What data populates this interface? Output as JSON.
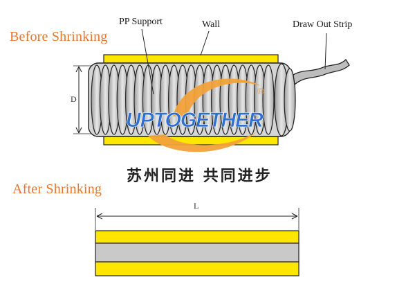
{
  "labels": {
    "before_heading": "Before Shrinking",
    "after_heading": "After Shrinking",
    "pp_support": "PP Support",
    "wall": "Wall",
    "draw_out_strip": "Draw Out Strip",
    "dimension_d": "D",
    "dimension_l": "L"
  },
  "logo": {
    "text": "UPTOGETHER",
    "registered_mark": "®",
    "colors": {
      "blue": "#2f6fd0",
      "orange": "#f2a23a"
    }
  },
  "slogan": "苏州同进 共同进步",
  "colors": {
    "heading_orange": "#e8772e",
    "wall_yellow": "#ffe600",
    "coil_gray": "#c8c8c8",
    "core_gray": "#c9c9c9",
    "outline": "#222222"
  }
}
